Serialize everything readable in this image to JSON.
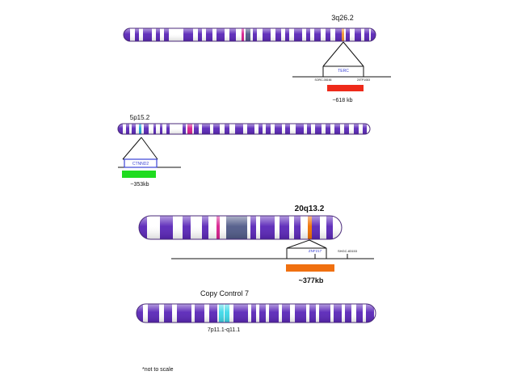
{
  "colors": {
    "band_dark": "#5a26b8",
    "band_light": "#ffffff",
    "centromere": "#d81e8e",
    "heterochromatin": "#505a88",
    "outline": "#4a2a7a",
    "marker_3q": "#f09030",
    "marker_20q": "#f07000",
    "marker_5p": "#1fa2d8",
    "marker_7": "#3ed8e8",
    "bar_3q": "#ee2a1a",
    "bar_5p": "#1fdc1f",
    "bar_20q": "#f07010",
    "gene_label": "#3b43d6",
    "line": "#111111"
  },
  "chromosomes": {
    "chr3": {
      "label": "3q26.2",
      "gene": "TERC",
      "left_marker": "SORC-08166",
      "right_marker": "20TP1083",
      "size": "~618 kb"
    },
    "chr5": {
      "label": "5p15.2",
      "gene": "CTNND2",
      "size": "~353kb"
    },
    "chr20": {
      "label": "20q13.2",
      "gene": "ZNF217",
      "right_marker": "SHGC-83153",
      "size": "~377kb"
    },
    "chr7": {
      "label": "Copy Control 7",
      "sublabel": "7p11.1-q11.1"
    }
  },
  "footnote": "*not to scale"
}
